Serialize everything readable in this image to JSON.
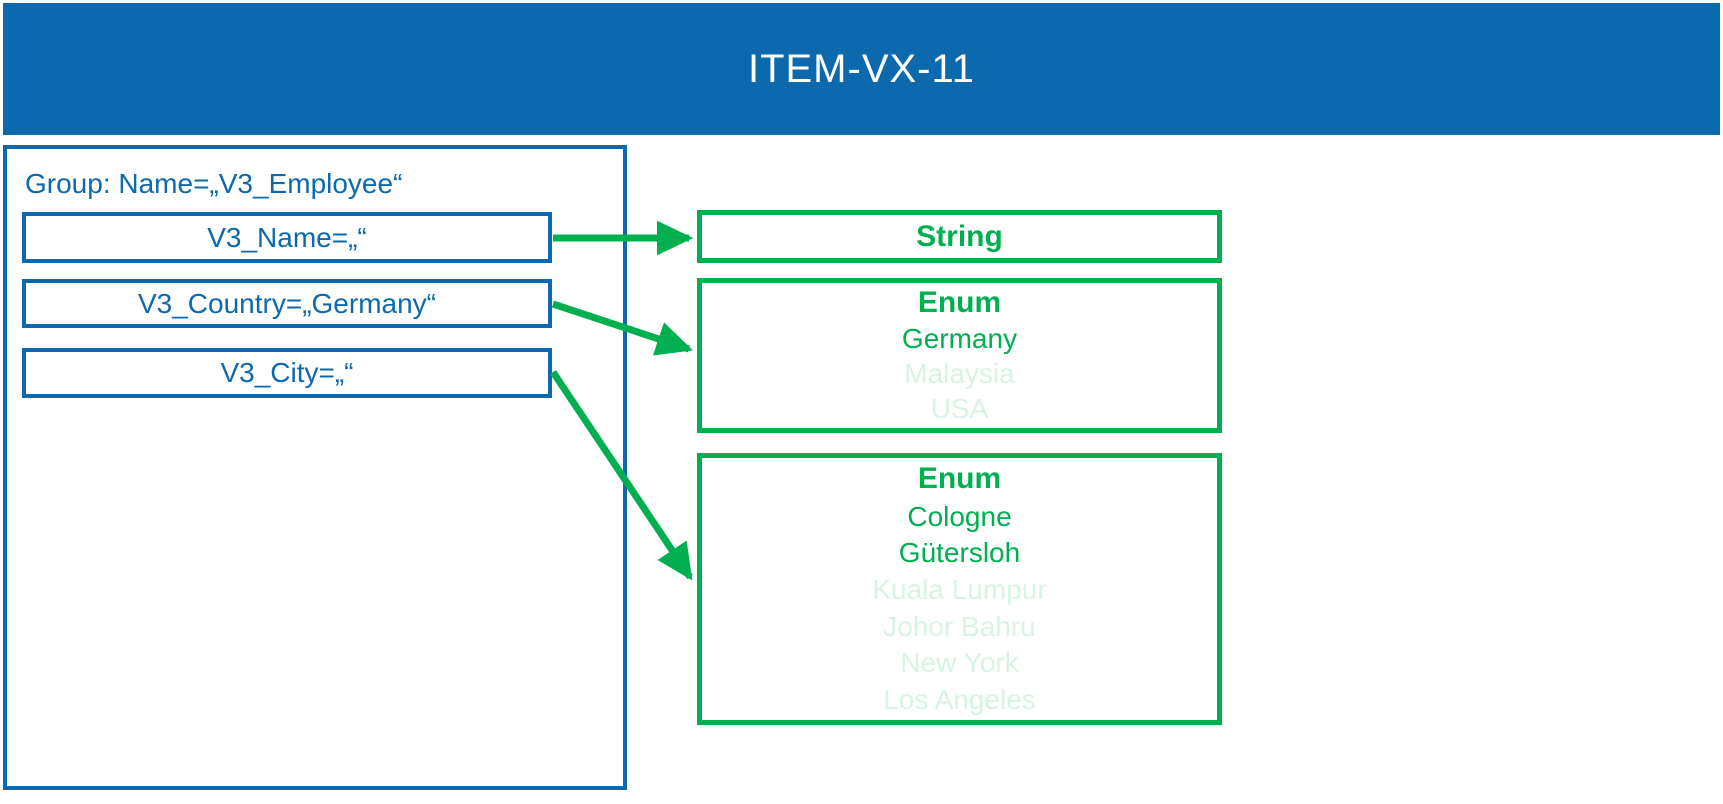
{
  "header": {
    "title": "ITEM-VX-11"
  },
  "group": {
    "label": "Group: Name=„V3_Employee“",
    "fields": [
      {
        "label": "V3_Name=„“"
      },
      {
        "label": "V3_Country=„Germany“"
      },
      {
        "label": "V3_City=„“"
      }
    ]
  },
  "types": [
    {
      "title": "String",
      "options": []
    },
    {
      "title": "Enum",
      "options": [
        {
          "label": "Germany",
          "muted": false
        },
        {
          "label": "Malaysia",
          "muted": true
        },
        {
          "label": "USA",
          "muted": true
        }
      ]
    },
    {
      "title": "Enum",
      "options": [
        {
          "label": "Cologne",
          "muted": false
        },
        {
          "label": "Gütersloh",
          "muted": false
        },
        {
          "label": "Kuala Lumpur",
          "muted": true
        },
        {
          "label": "Johor Bahru",
          "muted": true
        },
        {
          "label": "New York",
          "muted": true
        },
        {
          "label": "Los Angeles",
          "muted": true
        }
      ]
    }
  ],
  "connections": [
    {
      "from": "V3_Name",
      "to": "String"
    },
    {
      "from": "V3_Country",
      "to": "Enum (countries)"
    },
    {
      "from": "V3_City",
      "to": "Enum (cities)"
    }
  ],
  "colors": {
    "blue": "#0c69ae",
    "green": "#00b050",
    "green_muted": "#d8f3e3"
  }
}
